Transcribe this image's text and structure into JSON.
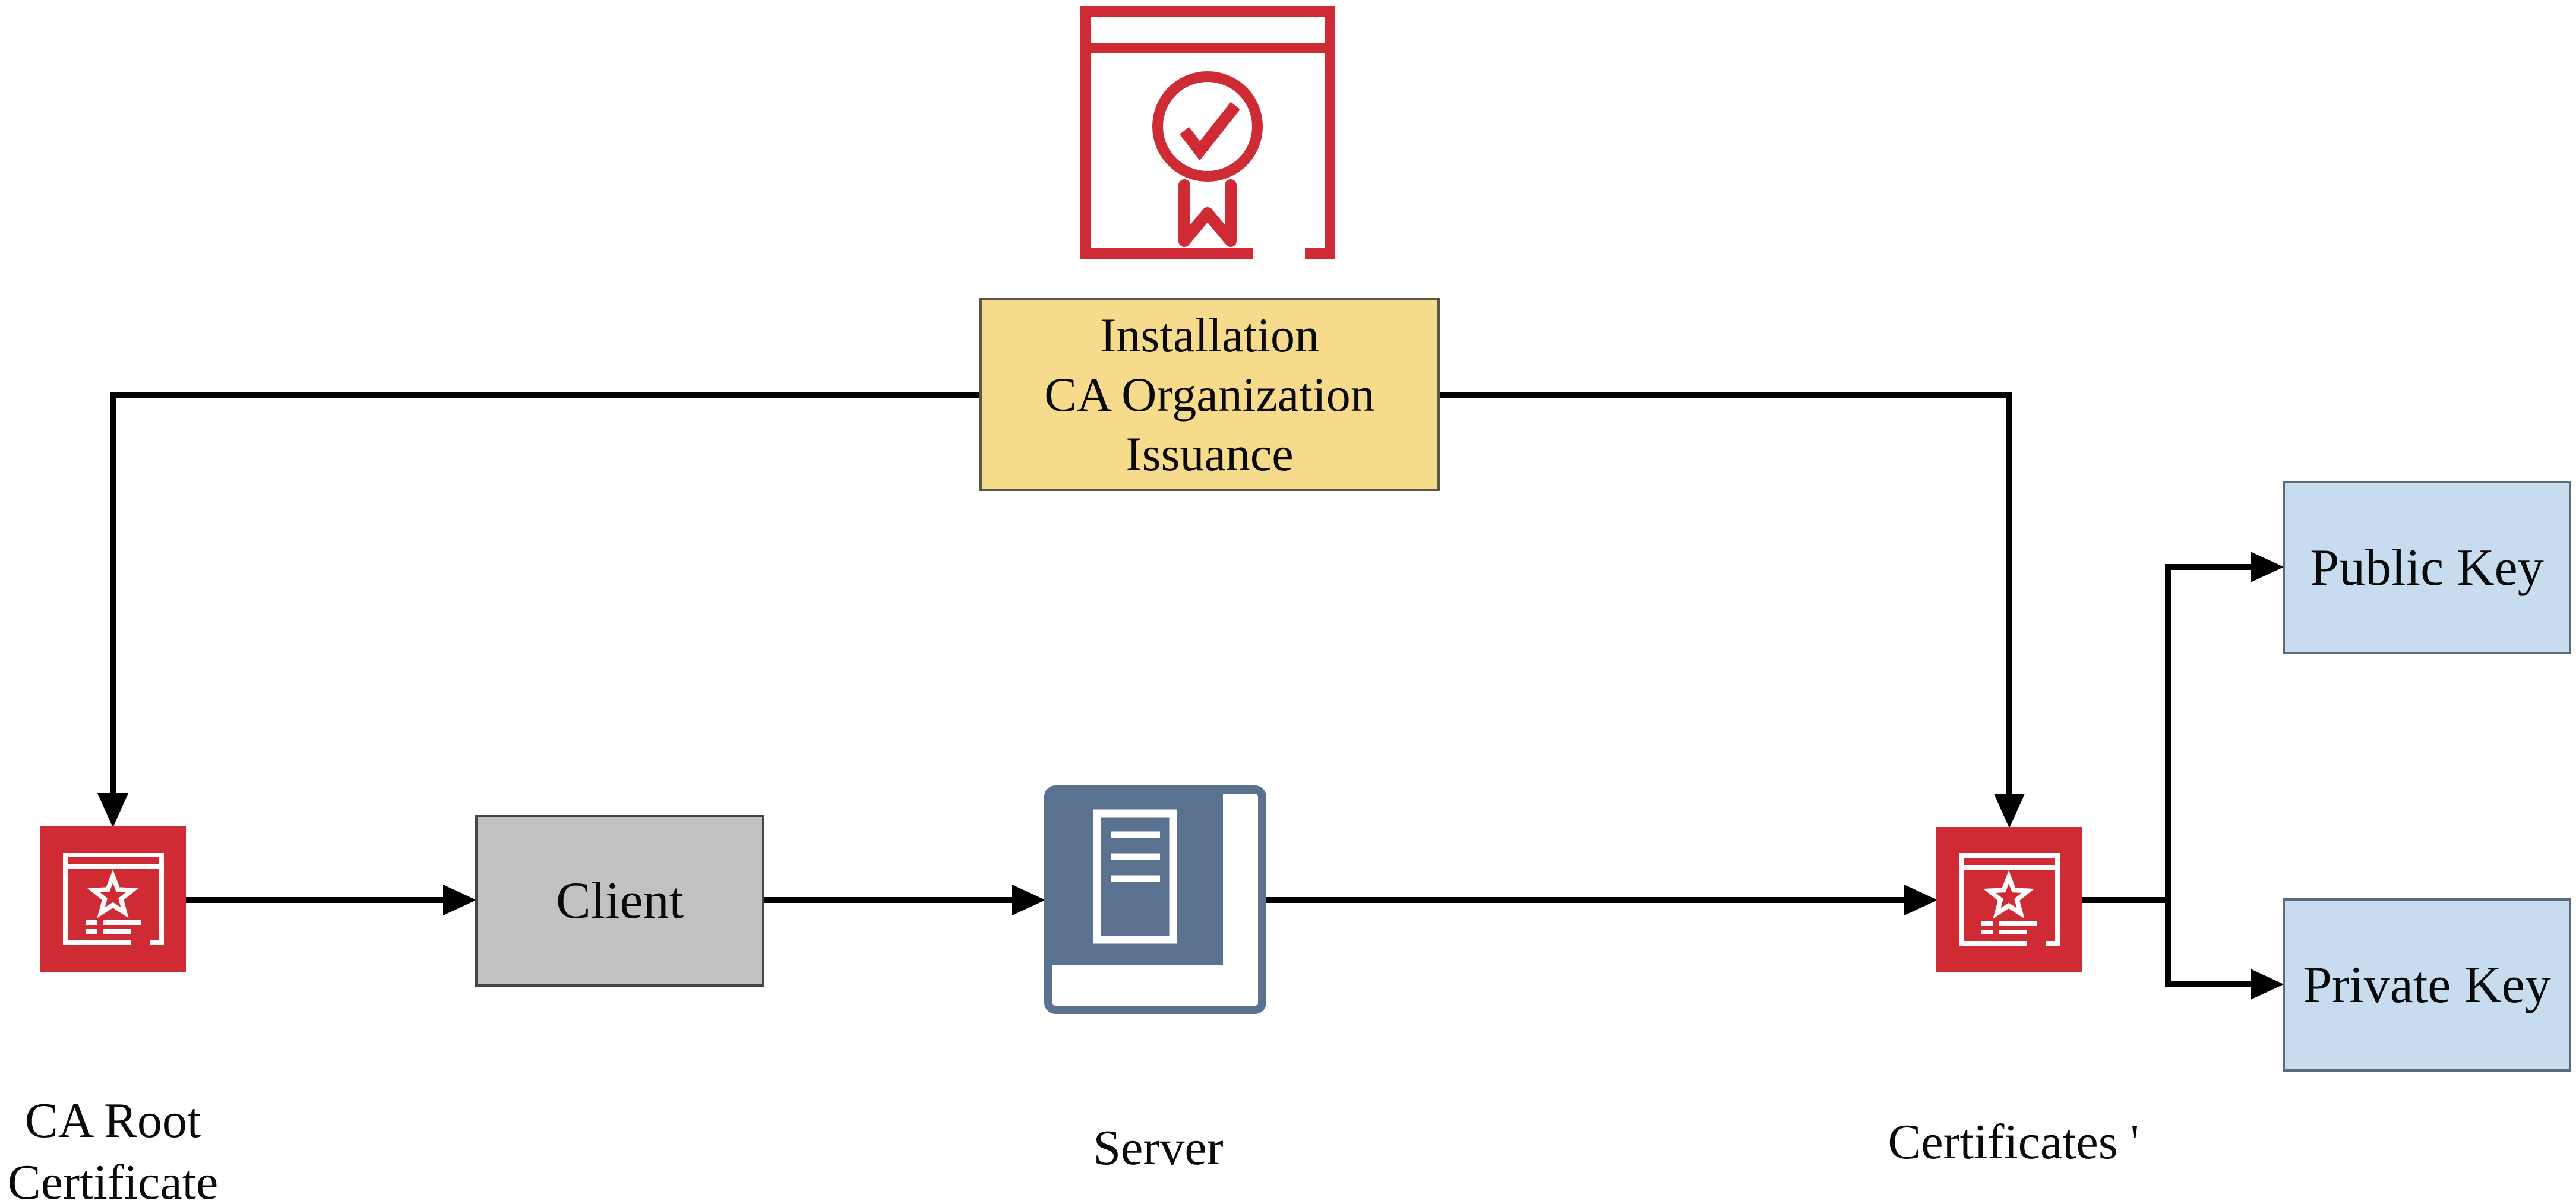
{
  "diagram": {
    "process_box": {
      "lines": [
        "Installation",
        "CA Organization",
        "Issuance"
      ]
    },
    "nodes": {
      "ca_root": {
        "label": "CA Root\nCertificate",
        "icon": "certificate-icon"
      },
      "client": {
        "label": "Client"
      },
      "server": {
        "label": "Server",
        "icon": "server-icon"
      },
      "certificates": {
        "label": "Certificates '",
        "icon": "certificate-icon"
      },
      "public_key": {
        "label": "Public Key"
      },
      "private_key": {
        "label": "Private Key"
      }
    },
    "top_icon": "certificate-badge-icon",
    "colors": {
      "icon_red": "#cf2b35",
      "process_fill": "#f6db8c",
      "process_border": "#5a5645",
      "client_fill": "#c1c1c1",
      "client_border": "#454545",
      "key_fill": "#c7dcee",
      "key_border": "#5d6b78",
      "server_blue": "#5b7190",
      "connector": "#000000"
    }
  }
}
